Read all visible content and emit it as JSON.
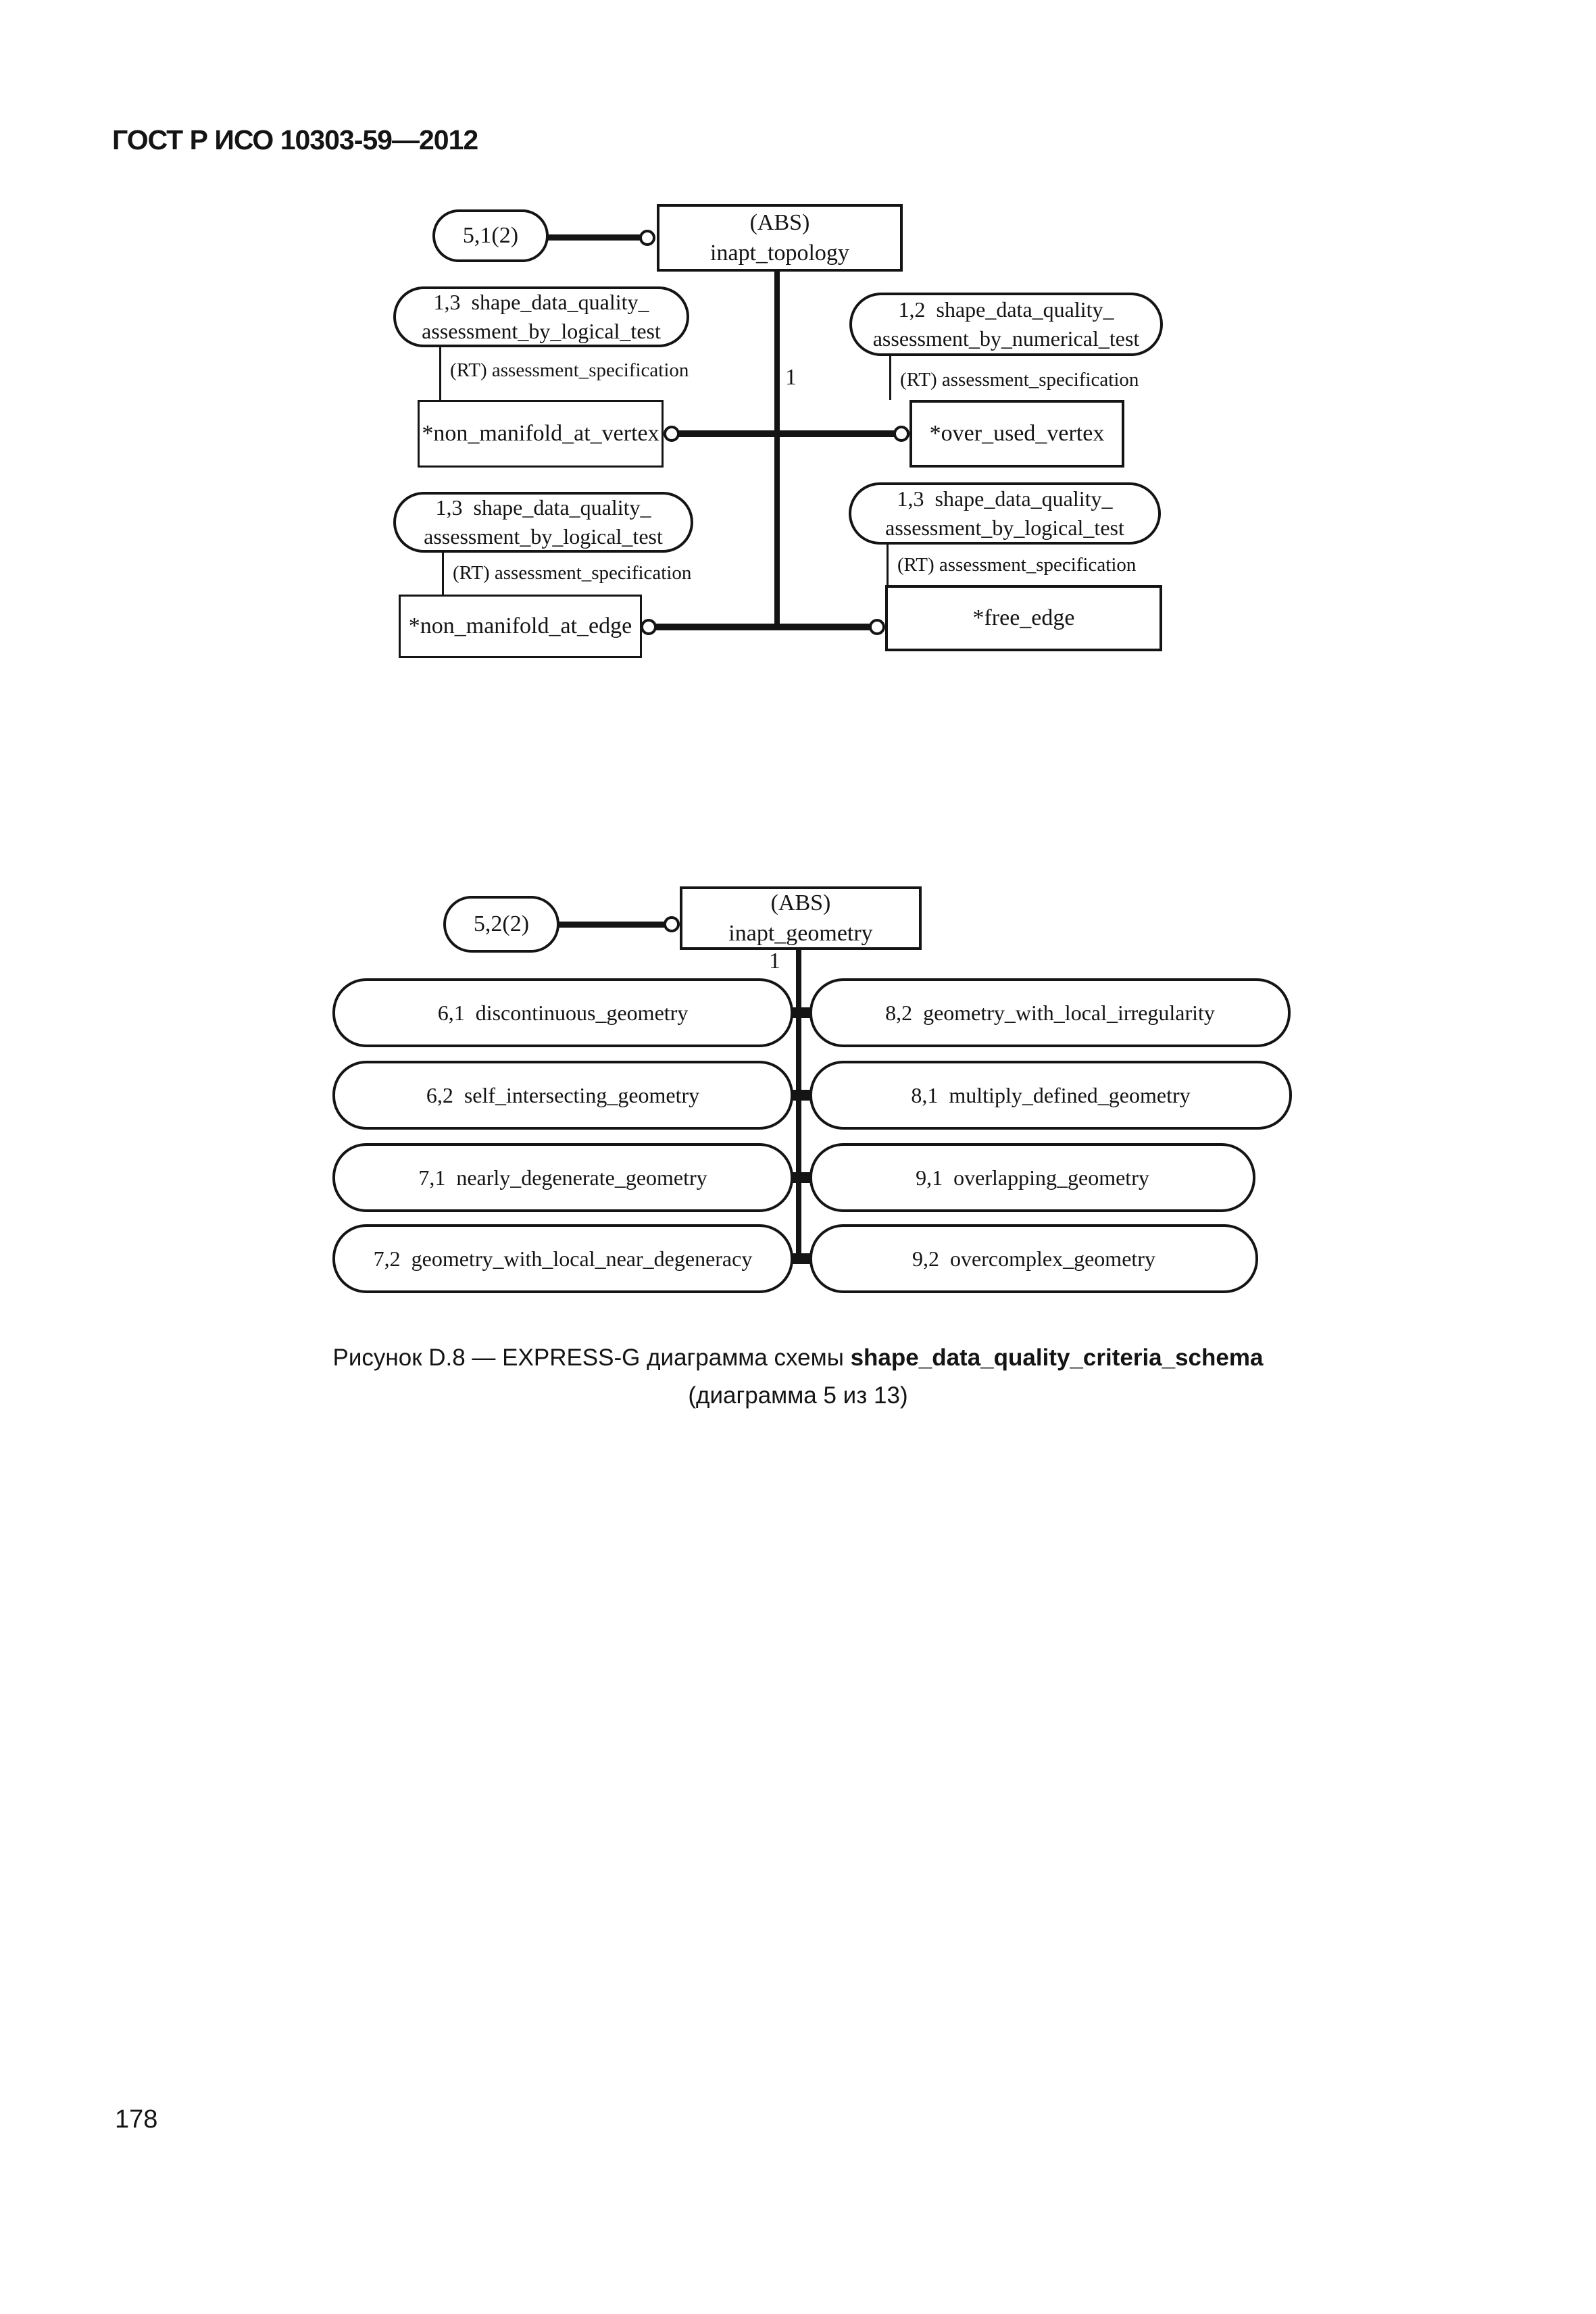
{
  "page": {
    "header": "ГОСТ Р ИСО 10303-59—2012",
    "page_number": "178"
  },
  "caption": {
    "prefix": "Рисунок D.8 — EXPRESS-G диаграмма схемы ",
    "schema_name": "shape_data_quality_criteria_schema",
    "line2": "(диаграмма 5 из 13)"
  },
  "diagram_topology": {
    "page_ref": "5,1(2)",
    "root_stereotype": "(ABS)",
    "root_name": "inapt_topology",
    "cardinality_label": "1",
    "rt_attribute": "(RT) assessment_specification",
    "supertypes": {
      "top_left": {
        "line1": "1,3  shape_data_quality_",
        "line2": "assessment_by_logical_test"
      },
      "top_right": {
        "line1": "1,2  shape_data_quality_",
        "line2": "assessment_by_numerical_test"
      },
      "bottom_left": {
        "line1": "1,3  shape_data_quality_",
        "line2": "assessment_by_logical_test"
      },
      "bottom_right": {
        "line1": "1,3  shape_data_quality_",
        "line2": "assessment_by_logical_test"
      }
    },
    "entities": {
      "non_manifold_at_vertex": "*non_manifold_at_vertex",
      "over_used_vertex": "*over_used_vertex",
      "non_manifold_at_edge": "*non_manifold_at_edge",
      "free_edge": "*free_edge"
    }
  },
  "diagram_geometry": {
    "page_ref": "5,2(2)",
    "root_stereotype": "(ABS)",
    "root_name": "inapt_geometry",
    "cardinality_label": "1",
    "left_nodes": [
      "6,1  discontinuous_geometry",
      "6,2  self_intersecting_geometry",
      "7,1  nearly_degenerate_geometry",
      "7,2  geometry_with_local_near_degeneracy"
    ],
    "right_nodes": [
      "8,2  geometry_with_local_irregularity",
      "8,1  multiply_defined_geometry",
      "9,1  overlapping_geometry",
      "9,2  overcomplex_geometry"
    ]
  }
}
